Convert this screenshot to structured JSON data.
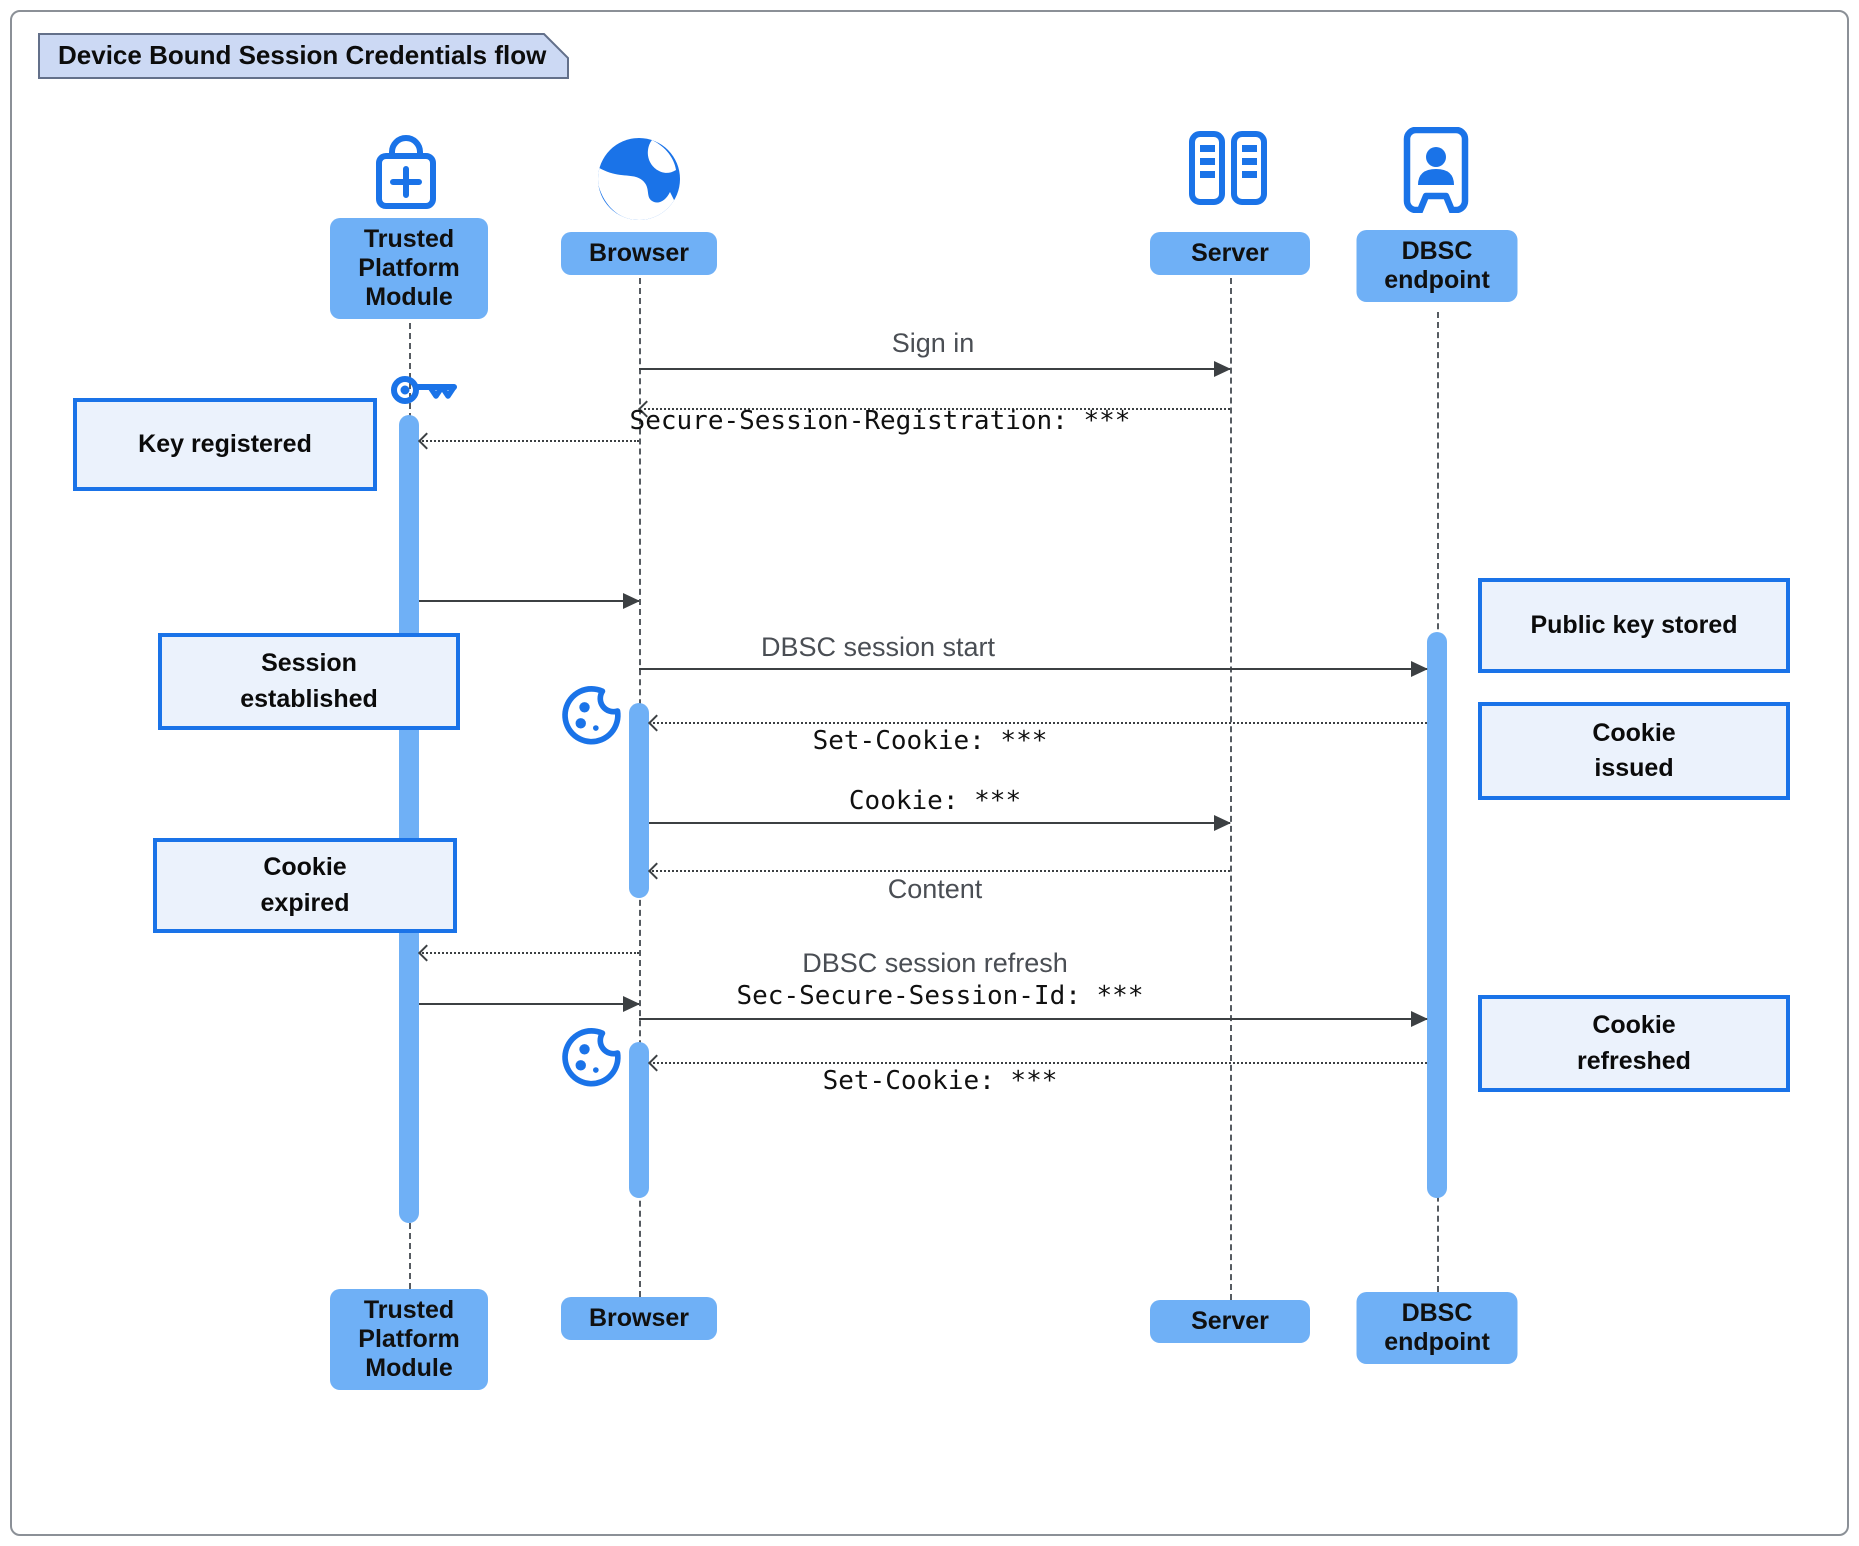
{
  "title": "Device Bound Session Credentials flow",
  "participants": {
    "tpm": {
      "label": "Trusted\nPlatform\nModule",
      "icon": "lock-plus-icon"
    },
    "browser": {
      "label": "Browser",
      "icon": "globe-icon"
    },
    "server": {
      "label": "Server",
      "icon": "server-racks-icon"
    },
    "dbsc": {
      "label": "DBSC\nendpoint",
      "icon": "person-badge-icon"
    }
  },
  "messages": [
    {
      "label": "Sign in",
      "from": "browser",
      "to": "server",
      "line": "solid"
    },
    {
      "label": "Secure-Session-Registration: ***",
      "from": "server",
      "to": "browser",
      "line": "dotted"
    },
    {
      "label": "",
      "from": "browser",
      "to": "tpm",
      "line": "dotted"
    },
    {
      "label": "",
      "from": "tpm",
      "to": "browser",
      "line": "solid"
    },
    {
      "label": "DBSC session start",
      "from": "browser",
      "to": "dbsc",
      "line": "solid"
    },
    {
      "label": "Set-Cookie: ***",
      "from": "dbsc",
      "to": "browser",
      "line": "dotted"
    },
    {
      "label": "Cookie: ***",
      "from": "browser",
      "to": "server",
      "line": "solid"
    },
    {
      "label": "Content",
      "from": "server",
      "to": "browser",
      "line": "dotted"
    },
    {
      "label": "",
      "from": "browser",
      "to": "tpm",
      "line": "dotted"
    },
    {
      "label": "",
      "from": "tpm",
      "to": "browser",
      "line": "solid"
    },
    {
      "label": "DBSC session refresh",
      "sublabel": "Sec-Secure-Session-Id: ***",
      "from": "browser",
      "to": "dbsc",
      "line": "solid"
    },
    {
      "label": "Set-Cookie: ***",
      "from": "dbsc",
      "to": "browser",
      "line": "dotted"
    }
  ],
  "notes": [
    {
      "label": "Key registered",
      "side": "left"
    },
    {
      "label": "Session\nestablished",
      "side": "left"
    },
    {
      "label": "Cookie\nexpired",
      "side": "left"
    },
    {
      "label": "Public key stored",
      "side": "right"
    },
    {
      "label": "Cookie\nissued",
      "side": "right"
    },
    {
      "label": "Cookie\nrefreshed",
      "side": "right"
    }
  ],
  "icons": {
    "key": "key-icon",
    "cookie": "cookie-icon"
  },
  "colors": {
    "accent": "#1a73e8",
    "participant_fill": "#6fb0f6",
    "note_fill": "#ebf2fc",
    "note_border": "#1a73e8",
    "title_fill": "#ccd9f4",
    "arrow": "#3c4043"
  }
}
